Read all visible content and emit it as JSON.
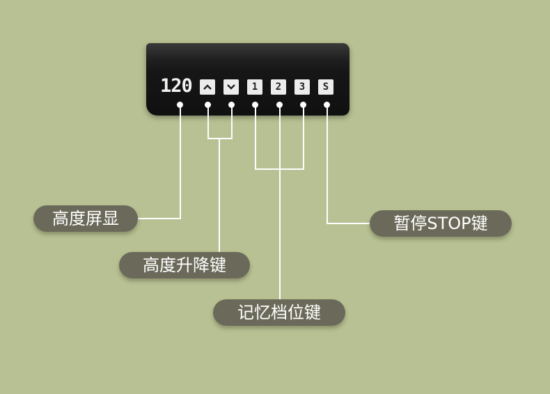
{
  "panel": {
    "display": "120",
    "keys": [
      {
        "label": "^",
        "icon": "chevron-up-icon"
      },
      {
        "label": "v",
        "icon": "chevron-down-icon"
      },
      {
        "label": "1"
      },
      {
        "label": "2"
      },
      {
        "label": "3"
      },
      {
        "label": "S"
      }
    ]
  },
  "labels": {
    "height_display": "高度屏显",
    "height_keys": "高度升降键",
    "memory_keys": "记忆档位键",
    "stop_key": "暂停STOP键"
  },
  "colors": {
    "background": "#b8c193",
    "label_bg": "#6b6a5a",
    "panel": "#141414",
    "key_face": "#ececec"
  }
}
